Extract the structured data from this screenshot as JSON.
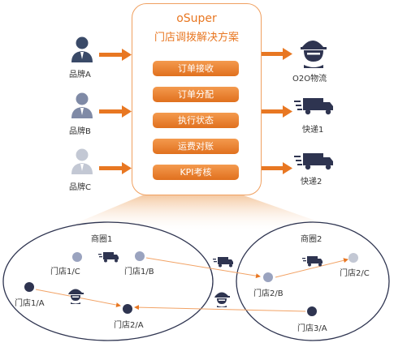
{
  "center": {
    "title": "oSuper",
    "subtitle": "门店调拨解决方案",
    "steps": [
      "订单接收",
      "订单分配",
      "执行状态",
      "运费对账",
      "KPI考核"
    ]
  },
  "brands": [
    "品牌A",
    "品牌B",
    "品牌C"
  ],
  "outputs": [
    "O2O物流",
    "快递1",
    "快递2"
  ],
  "areas": [
    "商圈1",
    "商圈2"
  ],
  "stores": [
    "门店1/C",
    "门店1/B",
    "门店1/A",
    "门店2/A",
    "门店2/B",
    "门店2/C",
    "门店3/A"
  ],
  "colors": {
    "accent": "#e87722",
    "person_dark": "#3a4a68",
    "dot_light": "#9aa3bf",
    "dot_dark": "#2e3450"
  }
}
